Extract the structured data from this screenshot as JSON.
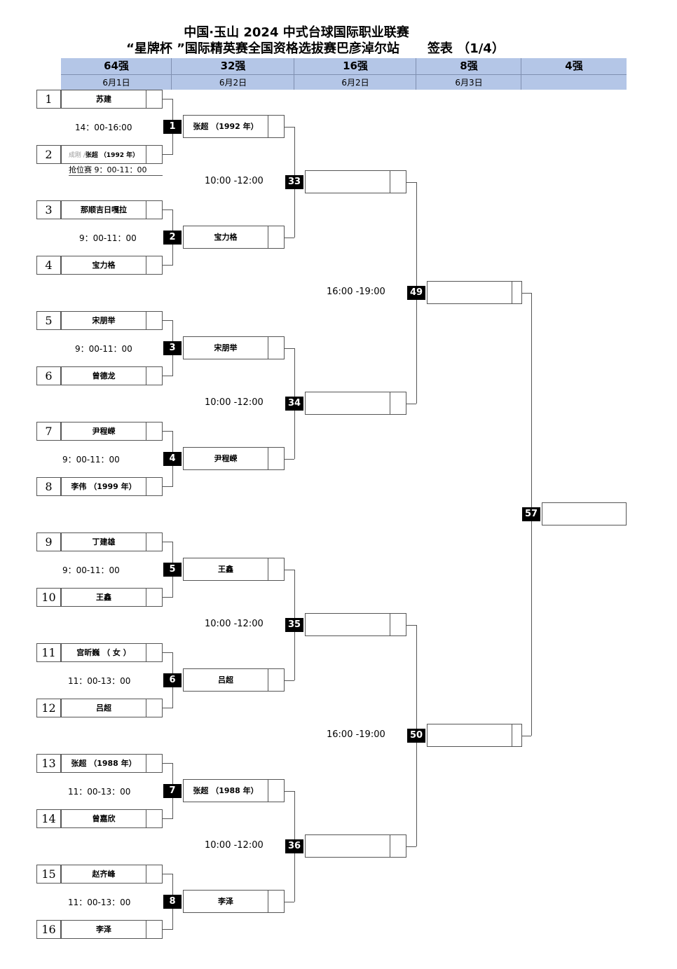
{
  "title": {
    "line1": "中国·玉山  2024 中式台球国际职业联赛",
    "line2": "“星牌杯 ”国际精英赛全国资格选拔赛巴彦淖尔站",
    "sheet": "签表 （1/4）"
  },
  "header": {
    "rounds": [
      "64强",
      "32强",
      "16强",
      "8强",
      "4强"
    ],
    "dates": [
      "6月1日",
      "6月2日",
      "6月2日",
      "6月3日",
      ""
    ]
  },
  "players": [
    {
      "seed": "1",
      "name": "苏建"
    },
    {
      "seed": "2",
      "name": "张超 （1992 年）",
      "prefix": "成刚 /"
    },
    {
      "seed": "3",
      "name": "那顺吉日嘎拉"
    },
    {
      "seed": "4",
      "name": "宝力格"
    },
    {
      "seed": "5",
      "name": "宋朋举"
    },
    {
      "seed": "6",
      "name": "曾德龙"
    },
    {
      "seed": "7",
      "name": "尹程嵘"
    },
    {
      "seed": "8",
      "name": "李伟 （1999 年）"
    },
    {
      "seed": "9",
      "name": "丁建雄"
    },
    {
      "seed": "10",
      "name": "王鑫"
    },
    {
      "seed": "11",
      "name": "宫昕巍 （ 女 ）"
    },
    {
      "seed": "12",
      "name": "吕超"
    },
    {
      "seed": "13",
      "name": "张超 （1988 年）"
    },
    {
      "seed": "14",
      "name": "曾嘉欣"
    },
    {
      "seed": "15",
      "name": "赵齐峰"
    },
    {
      "seed": "16",
      "name": "李泽"
    }
  ],
  "qualifier_note": "抢位赛 9：00-11：00",
  "round1": [
    {
      "num": "1",
      "time": "14：00-16:00",
      "winner": "张超 （1992 年）"
    },
    {
      "num": "2",
      "time": "9：00-11：00",
      "winner": "宝力格"
    },
    {
      "num": "3",
      "time": "9：00-11：00",
      "winner": "宋朋举"
    },
    {
      "num": "4",
      "time": "9：00-11：00",
      "winner": "尹程嵘"
    },
    {
      "num": "5",
      "time": "9：00-11：00",
      "winner": "王鑫"
    },
    {
      "num": "6",
      "time": "11：00-13：00",
      "winner": "吕超"
    },
    {
      "num": "7",
      "time": "11：00-13：00",
      "winner": "张超 （1988 年）"
    },
    {
      "num": "8",
      "time": "11：00-13：00",
      "winner": "李泽"
    }
  ],
  "round2": [
    {
      "num": "33",
      "time": "10:00 -12:00"
    },
    {
      "num": "34",
      "time": "10:00 -12:00"
    },
    {
      "num": "35",
      "time": "10:00 -12:00"
    },
    {
      "num": "36",
      "time": "10:00 -12:00"
    }
  ],
  "round3": [
    {
      "num": "49",
      "time": "16:00 -19:00"
    },
    {
      "num": "50",
      "time": "16:00 -19:00"
    }
  ],
  "round4": [
    {
      "num": "57"
    }
  ]
}
